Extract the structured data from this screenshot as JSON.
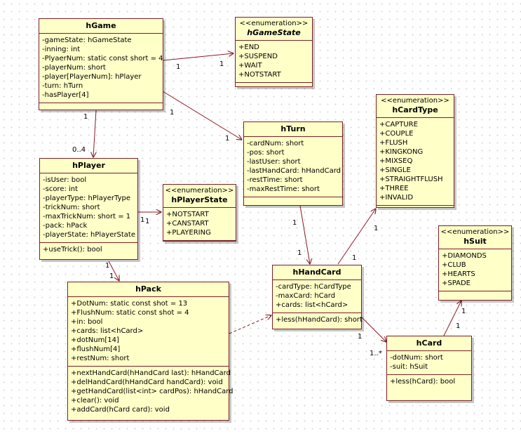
{
  "classes": {
    "hGame": {
      "name": "hGame",
      "attributes": [
        "-gameState: hGameState",
        "-inning: int",
        "-PlyaerNum: static const short = 4",
        "-playerNum: short",
        "-player[PlayerNum]: hPlayer",
        "-turn: hTurn",
        "-hasPlayer[4]"
      ],
      "operations": []
    },
    "hGameState": {
      "stereotype": "<<enumeration>>",
      "name": "hGameState",
      "literals": [
        "+END",
        "+SUSPEND",
        "+WAIT",
        "+NOTSTART"
      ]
    },
    "hCardType": {
      "stereotype": "<<enumeration>>",
      "name": "hCardType",
      "literals": [
        "+CAPTURE",
        "+COUPLE",
        "+FLUSH",
        "+KINGKONG",
        "+MIXSEQ",
        "+SINGLE",
        "+STRAIGHTFLUSH",
        "+THREE",
        "+INVALID"
      ]
    },
    "hTurn": {
      "name": "hTurn",
      "attributes": [
        "-cardNum: short",
        "-pos: short",
        "-lastUser: short",
        "-lastHandCard: hHandCard",
        "-restTime: short",
        "-maxRestTime: short"
      ]
    },
    "hPlayer": {
      "name": "hPlayer",
      "attributes": [
        "-isUser: bool",
        "-score: int",
        "-playerType: hPlayerType",
        "-trickNum: short",
        "-maxTrickNum: short = 1",
        "-pack: hPack",
        "-playerState: hPlayerState"
      ],
      "operations": [
        "+useTrick(): bool"
      ]
    },
    "hPlayerState": {
      "stereotype": "<<enumeration>>",
      "name": "hPlayerState",
      "literals": [
        "+NOTSTART",
        "+CANSTART",
        "+PLAYERING"
      ]
    },
    "hSuit": {
      "stereotype": "<<enumeration>>",
      "name": "hSuit",
      "literals": [
        "+DIAMONDS",
        "+CLUB",
        "+HEARTS",
        "+SPADE"
      ]
    },
    "hHandCard": {
      "name": "hHandCard",
      "attributes": [
        "-cardType: hCardType",
        "-maxCard: hCard",
        "+cards: list<hCard>"
      ],
      "operations": [
        "+less(hHandCard): short"
      ]
    },
    "hPack": {
      "name": "hPack",
      "attributes": [
        "+DotNum: static const shot = 13",
        "+FlushNum: static const shot = 4",
        "+in: bool",
        "+cards: list<hCard>",
        "+dotNum[14]",
        "+flushNum[4]",
        "+restNum: short"
      ],
      "operations": [
        "+nextHandCard(hHandCard last): hHandCard",
        "+delHandCard(hHandCard handCard): void",
        "+getHandCard(list<int> cardPos): hHandCard",
        "+clear(): void",
        "+addCard(hCard card): void"
      ]
    },
    "hCard": {
      "name": "hCard",
      "attributes": [
        "-dotNum: short",
        "-suit: hSuit"
      ],
      "operations": [
        "+less(hCard): bool"
      ]
    }
  },
  "multiplicities": {
    "game_state_src": "1",
    "game_state_dst": "1",
    "game_turn_src": "1",
    "game_turn_dst": "1",
    "game_player_src": "1",
    "game_player_dst": "0..4",
    "player_state_src": "1",
    "player_state_dst": "1",
    "player_pack_src": "1",
    "player_pack_dst": "1",
    "turn_hand_src": "1",
    "turn_hand_dst": "1",
    "hand_type_src": "1",
    "hand_type_dst": "1",
    "hand_card_src": "1",
    "hand_card_dst": "1..*",
    "card_suit_src": "1",
    "card_suit_dst": "1"
  }
}
